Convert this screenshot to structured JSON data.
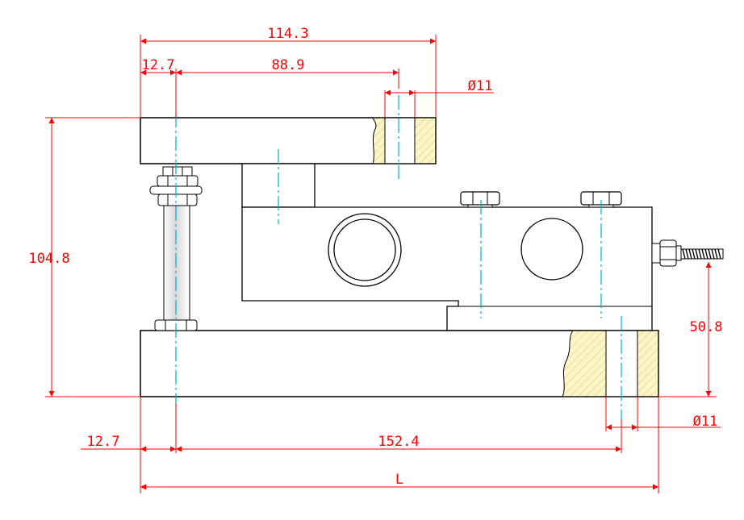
{
  "drawing": {
    "dimensions": {
      "top_width": "114.3",
      "top_offset": "12.7",
      "top_span": "88.9",
      "top_hole": "Ø11",
      "height": "104.8",
      "side_height": "50.8",
      "bottom_hole": "Ø11",
      "bottom_offset": "12.7",
      "bottom_span": "152.4",
      "overall_length": "L"
    },
    "colors": {
      "dimension": "#ff0000",
      "centerline": "#00b0d0",
      "outline": "#000000",
      "hatch_fill": "#fff6c8",
      "hatch_line": "#d9c87a"
    }
  }
}
